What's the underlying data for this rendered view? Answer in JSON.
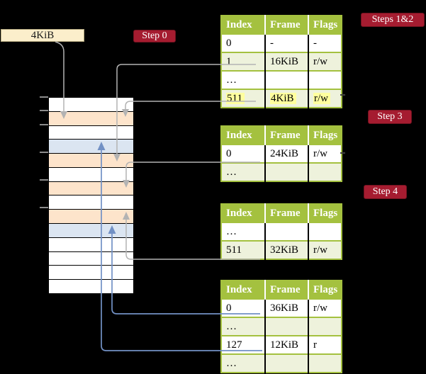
{
  "diagram": {
    "size_label": "4KiB",
    "step_labels": [
      {
        "label": "Step 0"
      },
      {
        "label": "Steps 1&2"
      },
      {
        "label": "Step 3"
      },
      {
        "label": "Step 4"
      }
    ],
    "memory_rows": [
      "white",
      "orange",
      "white",
      "blue",
      "orange",
      "white",
      "orange",
      "white",
      "orange",
      "blue",
      "white",
      "white",
      "white",
      "white"
    ],
    "tables": [
      {
        "id": "page-table-steps-1-2",
        "headers": [
          "Index",
          "Frame",
          "Flags"
        ],
        "rows": [
          {
            "cells": [
              "0",
              "-",
              "-"
            ]
          },
          {
            "cells": [
              "1",
              "16KiB",
              "r/w"
            ]
          },
          {
            "cells": [
              "…",
              "",
              ""
            ]
          },
          {
            "cells": [
              "511",
              "4KiB",
              "r/w"
            ],
            "highlight": true
          }
        ]
      },
      {
        "id": "page-table-step-3",
        "headers": [
          "Index",
          "Frame",
          "Flags"
        ],
        "rows": [
          {
            "cells": [
              "0",
              "24KiB",
              "r/w"
            ]
          },
          {
            "cells": [
              "…",
              "",
              ""
            ]
          }
        ]
      },
      {
        "id": "page-table-step-4a",
        "headers": [
          "Index",
          "Frame",
          "Flags"
        ],
        "rows": [
          {
            "cells": [
              "…",
              "",
              ""
            ]
          },
          {
            "cells": [
              "511",
              "32KiB",
              "r/w"
            ]
          }
        ]
      },
      {
        "id": "page-table-step-4b",
        "headers": [
          "Index",
          "Frame",
          "Flags"
        ],
        "rows": [
          {
            "cells": [
              "0",
              "36KiB",
              "r/w"
            ]
          },
          {
            "cells": [
              "…",
              "",
              ""
            ]
          },
          {
            "cells": [
              "127",
              "12KiB",
              "r"
            ]
          },
          {
            "cells": [
              "…",
              "",
              ""
            ]
          }
        ]
      }
    ],
    "colors": {
      "background": "#000000",
      "table_header": "#a4c13f",
      "table_border": "#a4c13f",
      "row_tint": "#eef2dc",
      "row_plain": "#ffffff",
      "highlight": "#ffff9e",
      "mem_orange": "#fde4cb",
      "mem_blue": "#dbe5f1",
      "mem_white": "#ffffff",
      "step_label_bg": "#a51c30",
      "step_label_border": "#70121f",
      "size_label_bg": "#fbeecb",
      "size_label_border": "#b5a97f",
      "connector_gray": "#b3b3b3",
      "connector_blue": "#7291c5",
      "tick": "#8c8c8c"
    }
  }
}
